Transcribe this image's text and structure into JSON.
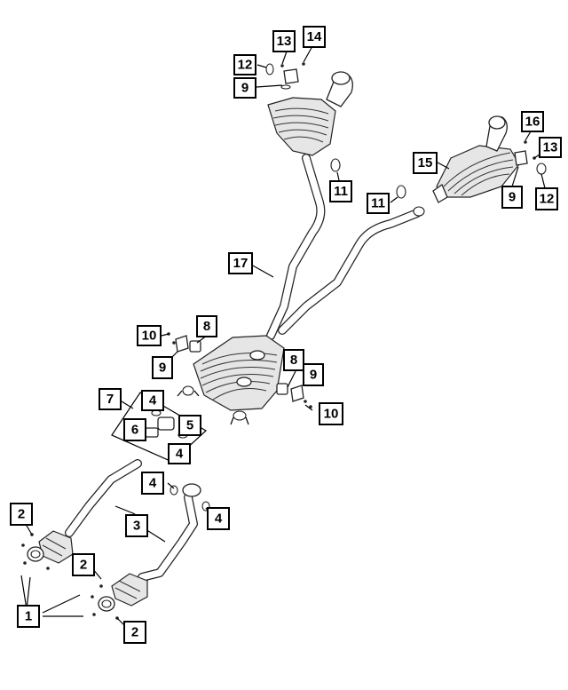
{
  "diagram": {
    "callouts": [
      {
        "id": "c13a",
        "label": "13"
      },
      {
        "id": "c14",
        "label": "14"
      },
      {
        "id": "c12a",
        "label": "12"
      },
      {
        "id": "c9a",
        "label": "9"
      },
      {
        "id": "c16",
        "label": "16"
      },
      {
        "id": "c13b",
        "label": "13"
      },
      {
        "id": "c15",
        "label": "15"
      },
      {
        "id": "c9b",
        "label": "9"
      },
      {
        "id": "c12b",
        "label": "12"
      },
      {
        "id": "c11a",
        "label": "11"
      },
      {
        "id": "c11b",
        "label": "11"
      },
      {
        "id": "c17",
        "label": "17"
      },
      {
        "id": "c8a",
        "label": "8"
      },
      {
        "id": "c10a",
        "label": "10"
      },
      {
        "id": "c9c",
        "label": "9"
      },
      {
        "id": "c8b",
        "label": "8"
      },
      {
        "id": "c9d",
        "label": "9"
      },
      {
        "id": "c10b",
        "label": "10"
      },
      {
        "id": "c7",
        "label": "7"
      },
      {
        "id": "c4a",
        "label": "4"
      },
      {
        "id": "c5",
        "label": "5"
      },
      {
        "id": "c6",
        "label": "6"
      },
      {
        "id": "c4b",
        "label": "4"
      },
      {
        "id": "c4c",
        "label": "4"
      },
      {
        "id": "c4d",
        "label": "4"
      },
      {
        "id": "c3",
        "label": "3"
      },
      {
        "id": "c2a",
        "label": "2"
      },
      {
        "id": "c2b",
        "label": "2"
      },
      {
        "id": "c1",
        "label": "1"
      },
      {
        "id": "c2c",
        "label": "2"
      }
    ]
  }
}
